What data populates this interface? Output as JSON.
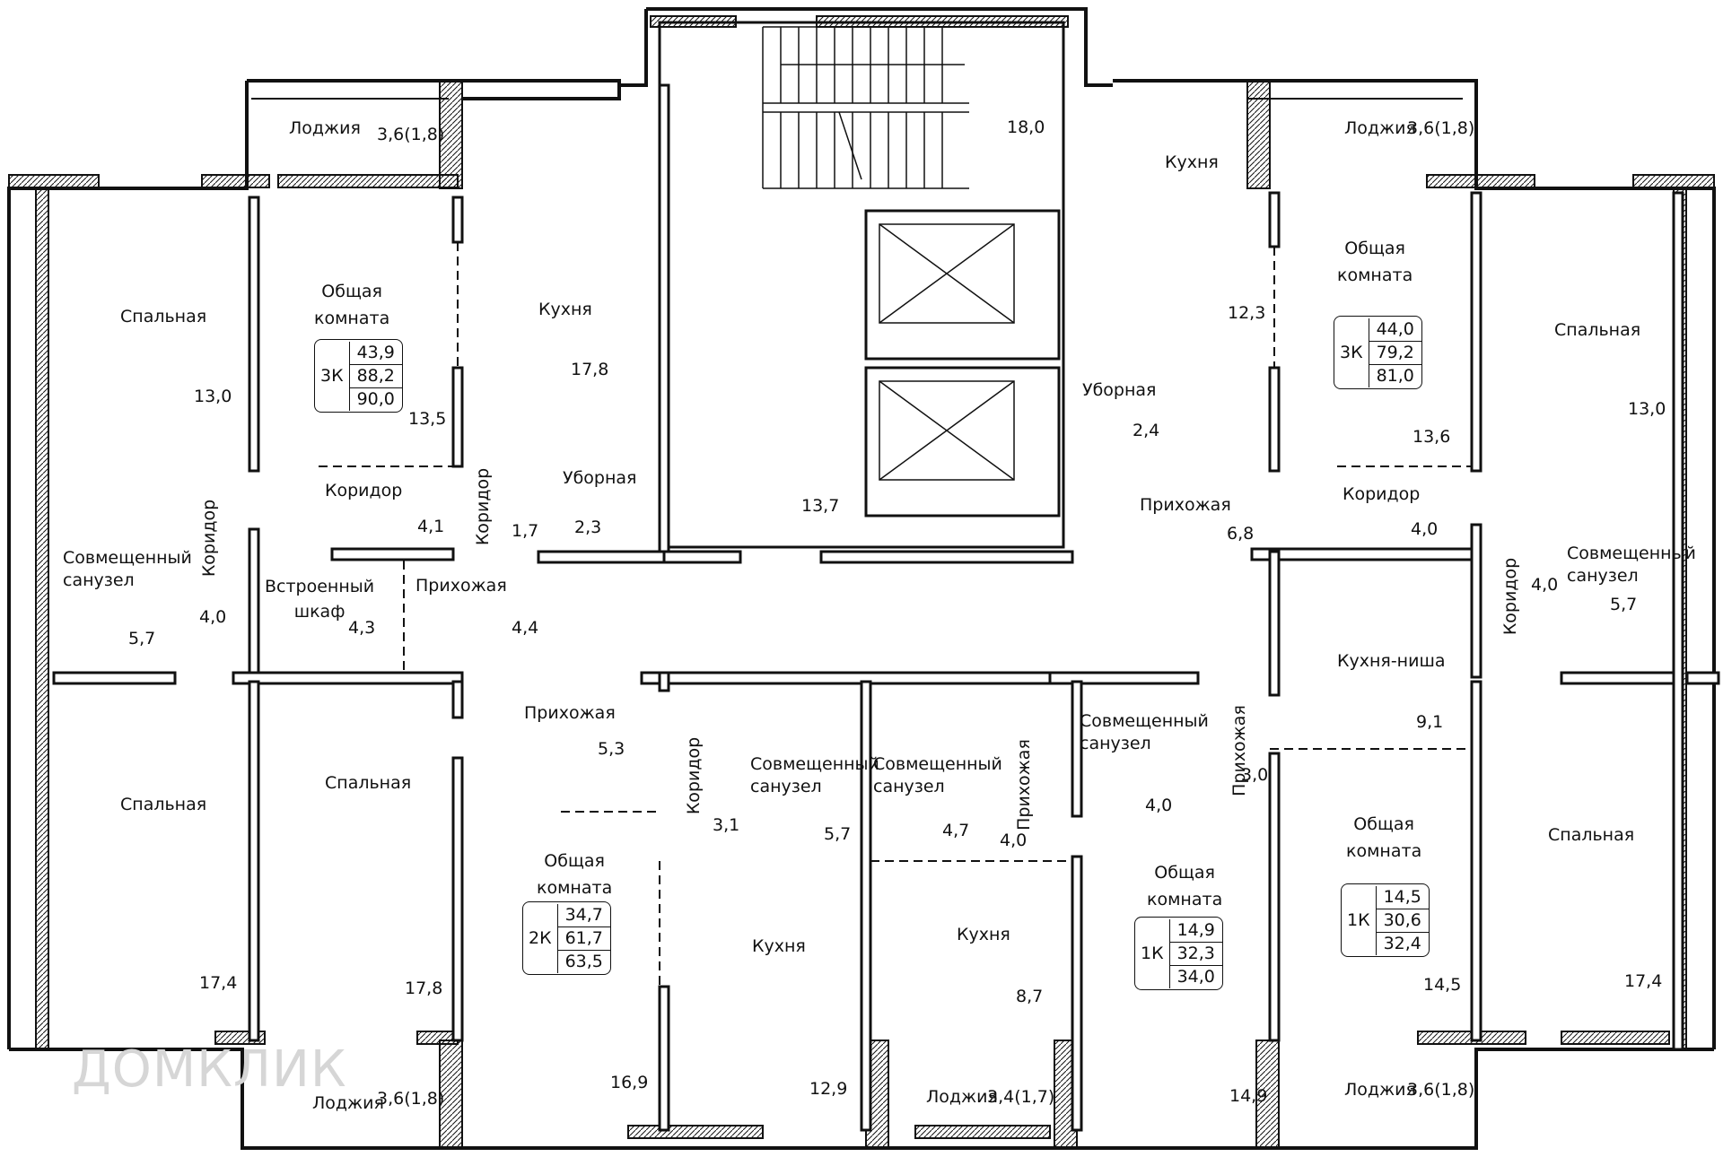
{
  "watermark": "ДОМКЛИК",
  "colors": {
    "wall": "#111111",
    "background": "#ffffff",
    "watermark": "#d6d6d6"
  },
  "rooms": {
    "lodge_tl": "Лоджия",
    "lodge_tl_area": "3,6(1,8)",
    "lodge_tr": "Лоджия",
    "lodge_tr_area": "3,6(1,8)",
    "lodge_bl": "Лоджия",
    "lodge_bl_area": "3,6(1,8)",
    "lodge_bm": "Лоджия",
    "lodge_bm_area": "3,4(1,7)",
    "lodge_br": "Лоджия",
    "lodge_br_area": "3,6(1,8)",
    "stair_area": "18,0",
    "hall_area": "13,7",
    "a1_bed": "Спальная",
    "a1_bed_area": "13,0",
    "a1_living": "Общая\nкомната",
    "a1_living_area": "13,5",
    "a1_kitchen": "Кухня",
    "a1_kitchen_area": "17,8",
    "a1_corridor": "Коридор",
    "a1_corridor_area": "4,1",
    "a1_corridor2": "Коридор",
    "a1_corridor3": "Коридор",
    "a1_corridor3_area": "4,0",
    "a1_wc": "Уборная",
    "a1_wc_area": "2,3",
    "a1_wc_small": "1,7",
    "a1_bath": "Совмещенный\nсанузел",
    "a1_bath_area": "5,7",
    "a1_wardrobe": "Встроенный\nшкаф",
    "a1_wardrobe_area": "4,3",
    "a1_entry": "Прихожая",
    "a1_entry_area": "4,4",
    "a1_code": "3К",
    "a1_v1": "43,9",
    "a1_v2": "88,2",
    "a1_v3": "90,0",
    "a2_kitchen": "Кухня",
    "a2_kitchen_area": "12,3",
    "a2_living": "Общая\nкомната",
    "a2_living_area": "13,6",
    "a2_wc": "Уборная",
    "a2_wc_area": "2,4",
    "a2_entry": "Прихожая",
    "a2_entry_area": "6,8",
    "a2_corridor": "Коридор",
    "a2_corridor_area": "4,0",
    "a2_corridor2": "Коридор",
    "a2_corridor2_area": "4,0",
    "a2_bed": "Спальная",
    "a2_bed_area": "13,0",
    "a2_bath": "Совмещенный\nсанузел",
    "a2_bath_area": "5,7",
    "a2_code": "3К",
    "a2_v1": "44,0",
    "a2_v2": "79,2",
    "a2_v3": "81,0",
    "a3_bed1": "Спальная",
    "a3_bed1_area": "17,4",
    "a3_bed2": "Спальная",
    "a3_bed2_area": "17,8",
    "a3_entry": "Прихожая",
    "a3_entry_area": "5,3",
    "a3_corridor": "Коридор",
    "a3_living": "Общая\nкомната",
    "a3_living_area": "16,9",
    "a3_kitchen": "Кухня",
    "a3_kitchen_area": "12,9",
    "a3_bath": "Совмещенный\nсанузел",
    "a3_bath_area": "5,7",
    "a3_small": "3,1",
    "a3_code": "2К",
    "a3_v1": "34,7",
    "a3_v2": "61,7",
    "a3_v3": "63,5",
    "a4_bath": "Совмещенный\nсанузел",
    "a4_bath_area": "4,7",
    "a4_entry": "Прихожая",
    "a4_entry_area": "4,0",
    "a4_kitchen": "Кухня",
    "a4_kitchen_area": "8,7",
    "a4_living": "Общая\nкомната",
    "a4_living_area": "14,9",
    "a4_code": "1К",
    "a4_v1": "14,9",
    "a4_v2": "32,3",
    "a4_v3": "34,0",
    "a5_bath": "Совмещенный\nсанузел",
    "a5_bath_area": "4,0",
    "a5_entry": "Прихожая",
    "a5_entry_area": "3,0",
    "a5_kniche": "Кухня-ниша",
    "a5_kniche_area": "9,1",
    "a5_living": "Общая\nкомната",
    "a5_living_area": "14,5",
    "a5_bed": "Спальная",
    "a5_bed_area": "17,4",
    "a5_code": "1К",
    "a5_v1": "14,5",
    "a5_v2": "30,6",
    "a5_v3": "32,4",
    "a5_extra": "14,5"
  }
}
